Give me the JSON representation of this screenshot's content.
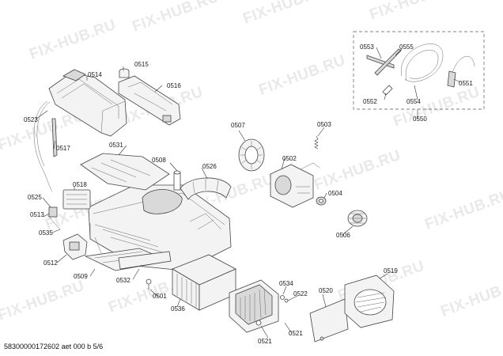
{
  "watermark": "FIX-HUB.RU",
  "footer": "58300000172602 aet 000 b 5/6",
  "labels": {
    "l0514": "0514",
    "l0515": "0515",
    "l0516": "0516",
    "l0523": "0523",
    "l0517": "0517",
    "l0531": "0531",
    "l0508": "0508",
    "l0526": "0526",
    "l0525": "0525",
    "l0518": "0518",
    "l0513": "0513",
    "l0535": "0535",
    "l0512": "0512",
    "l0509": "0509",
    "l0532": "0532",
    "l0501": "0501",
    "l0536": "0536",
    "l0507": "0507",
    "l0503": "0503",
    "l0502": "0502",
    "l0504": "0504",
    "l0506": "0506",
    "l0553": "0553",
    "l0555": "0555",
    "l0551": "0551",
    "l0552": "0552",
    "l0554": "0554",
    "l0550": "0550",
    "l0534": "0534",
    "l0522": "0522",
    "l0520": "0520",
    "l0519": "0519",
    "l0521a": "0521",
    "l0521b": "0521"
  }
}
